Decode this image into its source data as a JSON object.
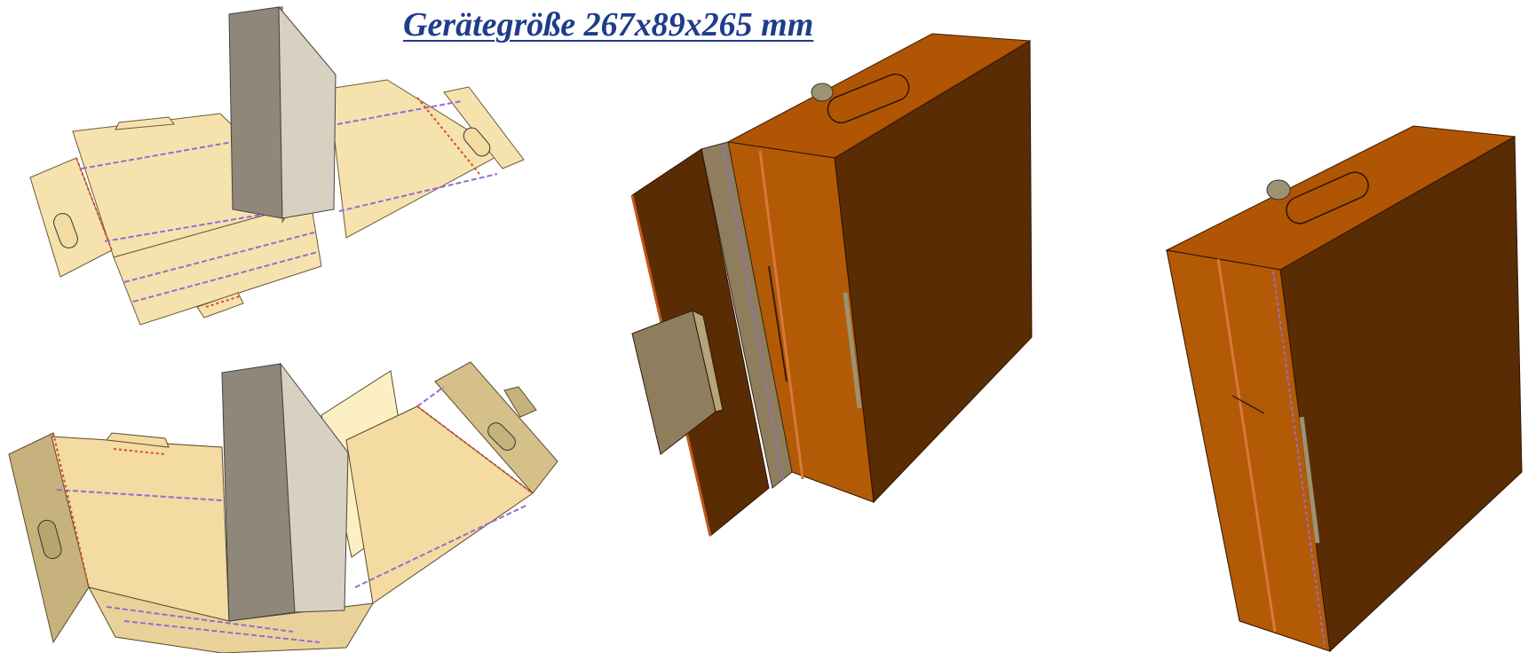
{
  "header": {
    "title": "Gerätegröße 267x89x265 mm"
  },
  "colors": {
    "title": "#1f3d8a",
    "cardboard_flat": "#f6e2ad",
    "cardboard_light": "#fbedc6",
    "cardboard_shade": "#d9c48e",
    "cardboard_grey": "#a3946c",
    "device_front": "#d8d0c0",
    "device_side": "#8f8779",
    "box_front": "#b35a06",
    "box_side": "#5a2c04",
    "box_top": "#b05504",
    "fold_line": "#9a6ad0",
    "perforation": "#d84a2a"
  },
  "figures": {
    "flat_blank": "flat-blank-with-device",
    "partial_fold": "partially-folded-blank",
    "open_box": "box-with-open-flap",
    "closed_box": "closed-box"
  }
}
